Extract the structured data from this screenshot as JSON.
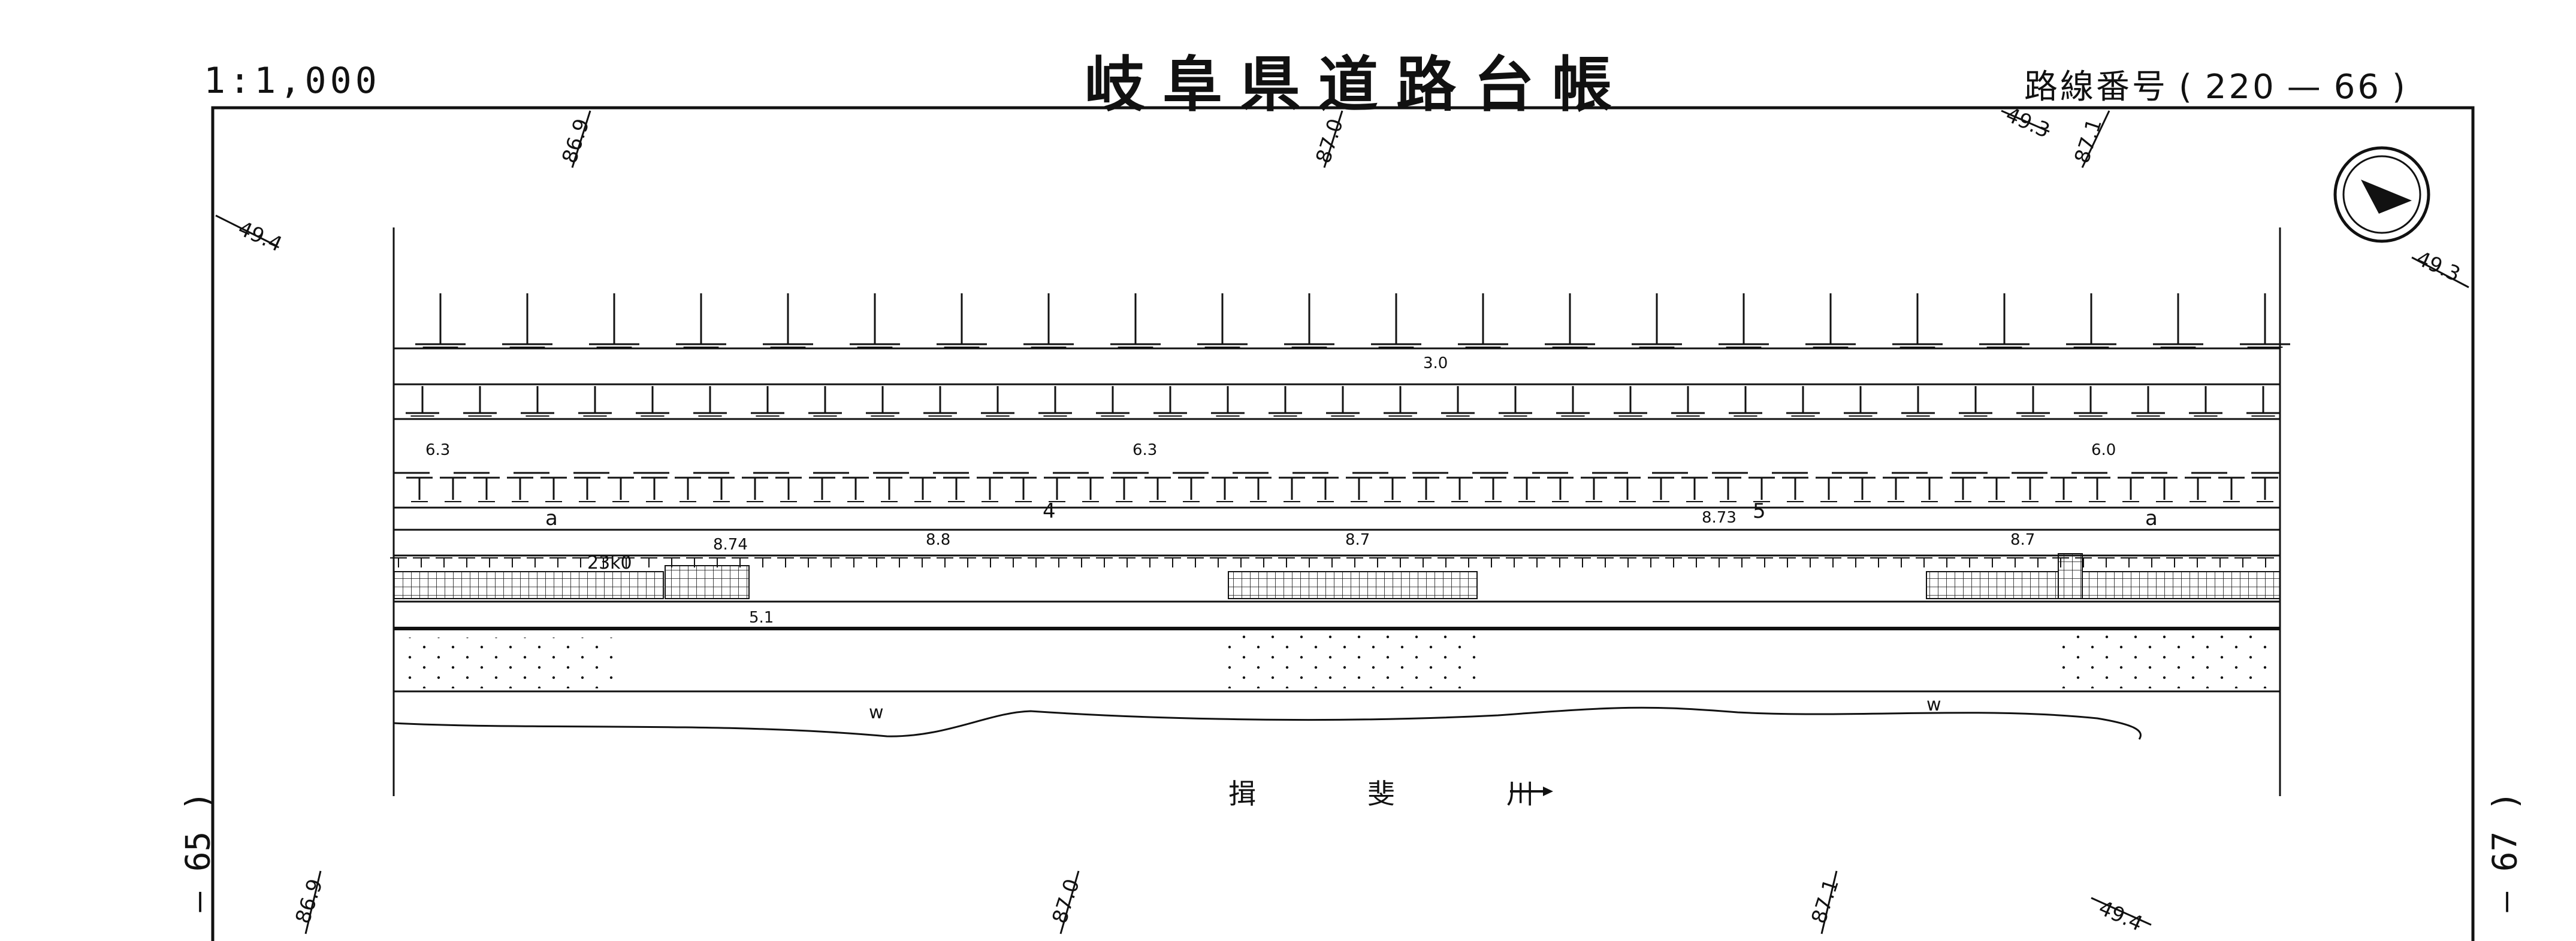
{
  "header": {
    "scale": "1:1,000",
    "title": "岐阜県道路台帳",
    "route_label": "路線番号",
    "route_open": "(",
    "route_number": "220",
    "route_dash": "—",
    "route_sub": "66",
    "route_close": ")"
  },
  "page_refs": {
    "left": "— 65 )",
    "right": "— 67 )"
  },
  "contours": {
    "top_left": "86.9",
    "top_mid": "87.0",
    "top_right_a": "49.3",
    "top_right_b": "87.1",
    "left_side": "49.4",
    "right_side": "49.3",
    "bottom_left": "86.9",
    "bottom_mid": "87.0",
    "bottom_right_a": "87.1",
    "bottom_right_b": "49.4"
  },
  "map": {
    "elev_top_road": "3.0",
    "elev_a": "6.3",
    "elev_b": "6.3",
    "elev_c": "6.0",
    "row_label_left": "a",
    "row_label_right": "a",
    "station_4": "4",
    "station_5": "5",
    "elev_874": "8.74",
    "elev_88": "8.8",
    "elev_87a": "8.7",
    "elev_873": "8.73",
    "elev_87b": "8.7",
    "km_marker": "23k0",
    "elev_51": "5.1",
    "water_a": "w",
    "water_b": "w",
    "river_name": "揖　斐　川"
  },
  "icons": {
    "north_arrow": "north-arrow-icon",
    "flow_arrow": "river-flow-arrow-icon"
  }
}
